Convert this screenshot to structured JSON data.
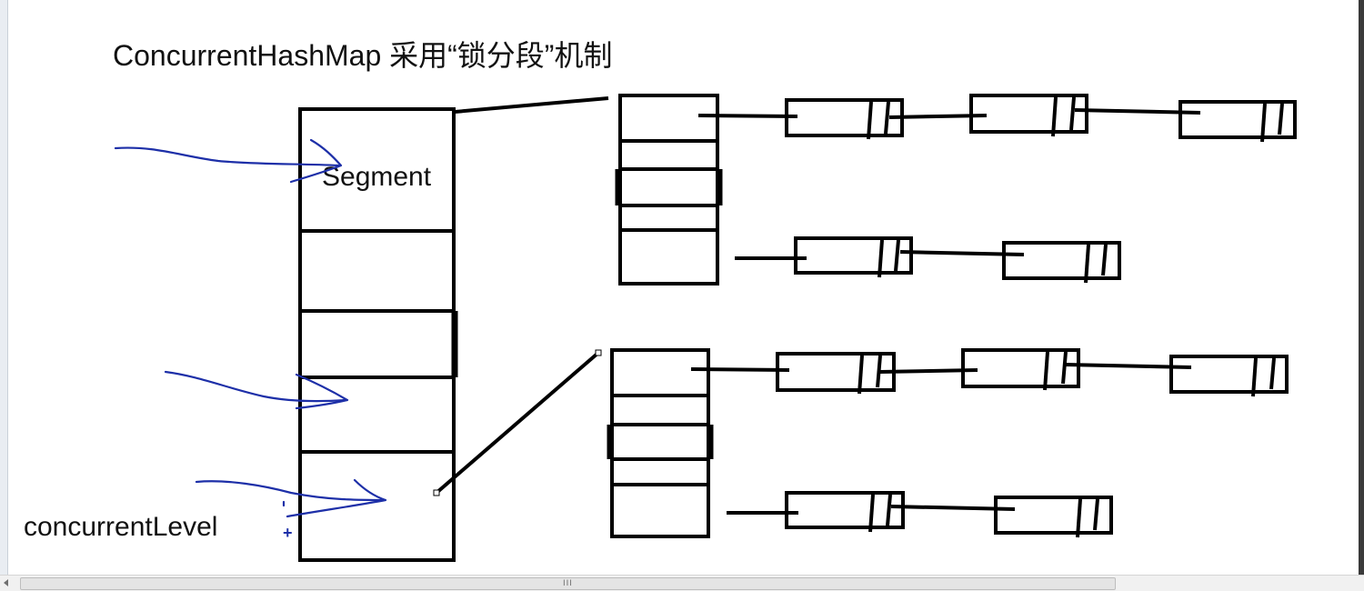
{
  "diagram": {
    "title": "ConcurrentHashMap  采用“锁分段”机制",
    "segment_label": "Segment",
    "level_label": "concurrentLevel",
    "plus_mark": "+"
  },
  "scrollbar": {
    "grip": "III"
  },
  "colors": {
    "ink": "#000000",
    "pen": "#1d2fa8",
    "background": "#ffffff"
  }
}
